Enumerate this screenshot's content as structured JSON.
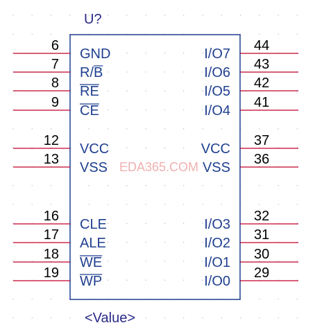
{
  "component": {
    "reference": "U?",
    "value": "<Value>",
    "colors": {
      "body_stroke": "#1f3f8f",
      "pin": "#c0002a",
      "pin_label": "#1f3f8f",
      "pin_number": "#000000",
      "reference": "#2a2a8a",
      "grid_dot": "#c8c8c8"
    }
  },
  "watermark": "EDA365.COM",
  "pins_left": [
    {
      "number": "6",
      "name": "GND",
      "overbar": false
    },
    {
      "number": "7",
      "name": "R/B",
      "overbar": false,
      "overbar_part": "B"
    },
    {
      "number": "8",
      "name": "RE",
      "overbar": true
    },
    {
      "number": "9",
      "name": "CE",
      "overbar": true
    },
    {
      "number": "12",
      "name": "VCC",
      "overbar": false
    },
    {
      "number": "13",
      "name": "VSS",
      "overbar": false
    },
    {
      "number": "16",
      "name": "CLE",
      "overbar": false
    },
    {
      "number": "17",
      "name": "ALE",
      "overbar": false
    },
    {
      "number": "18",
      "name": "WE",
      "overbar": true
    },
    {
      "number": "19",
      "name": "WP",
      "overbar": true
    }
  ],
  "pins_right": [
    {
      "number": "44",
      "name": "I/O7"
    },
    {
      "number": "43",
      "name": "I/O6"
    },
    {
      "number": "42",
      "name": "I/O5"
    },
    {
      "number": "41",
      "name": "I/O4"
    },
    {
      "number": "37",
      "name": "VCC"
    },
    {
      "number": "36",
      "name": "VSS"
    },
    {
      "number": "32",
      "name": "I/O3"
    },
    {
      "number": "31",
      "name": "I/O2"
    },
    {
      "number": "30",
      "name": "I/O1"
    },
    {
      "number": "29",
      "name": "I/O0"
    }
  ]
}
